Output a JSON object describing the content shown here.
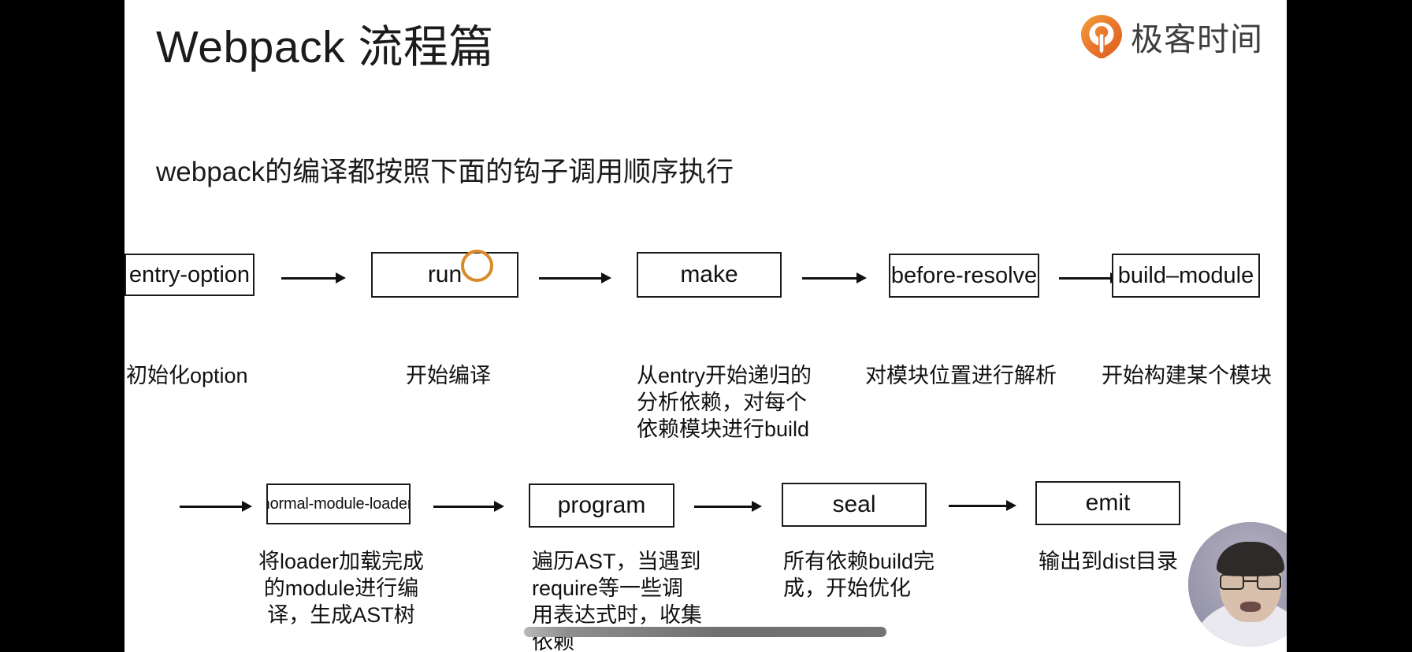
{
  "slide": {
    "title": "Webpack 流程篇",
    "subtitle": "webpack的编译都按照下面的钩子调用顺序执行",
    "brand_text": "极客时间",
    "brand_icon": "geektime-pin-icon",
    "accent_color": "#E8742B",
    "background_color": "#FFFFFF",
    "letterbox_color": "#000000"
  },
  "flow": {
    "row1": {
      "nodes": [
        {
          "label": "entry-option",
          "caption": "初始化option"
        },
        {
          "label": "run",
          "caption": "开始编译"
        },
        {
          "label": "make",
          "caption": "从entry开始递归的\n分析依赖，对每个\n依赖模块进行build"
        },
        {
          "label": "before-resolve",
          "caption": "对模块位置进行解析"
        },
        {
          "label": "build–module",
          "caption": "开始构建某个模块"
        }
      ],
      "arrows": [
        "arrow-right-icon",
        "arrow-right-icon",
        "arrow-right-icon",
        "arrow-right-icon"
      ]
    },
    "row2": {
      "nodes": [
        {
          "label": "normal-module-loader",
          "caption": "将loader加载完成\n的module进行编\n译，生成AST树"
        },
        {
          "label": "program",
          "caption": "遍历AST，当遇到\nrequire等一些调\n用表达式时，收集\n依赖"
        },
        {
          "label": "seal",
          "caption": "所有依赖build完\n成，开始优化"
        },
        {
          "label": "emit",
          "caption": "输出到dist目录"
        }
      ],
      "arrows": [
        "arrow-right-icon",
        "arrow-right-icon",
        "arrow-right-icon",
        "arrow-right-icon"
      ]
    }
  },
  "overlay": {
    "cursor_ring_color": "#D98B2B",
    "scrollbar_color": "#6F6F6F",
    "presenter_label": "presenter-camera"
  }
}
